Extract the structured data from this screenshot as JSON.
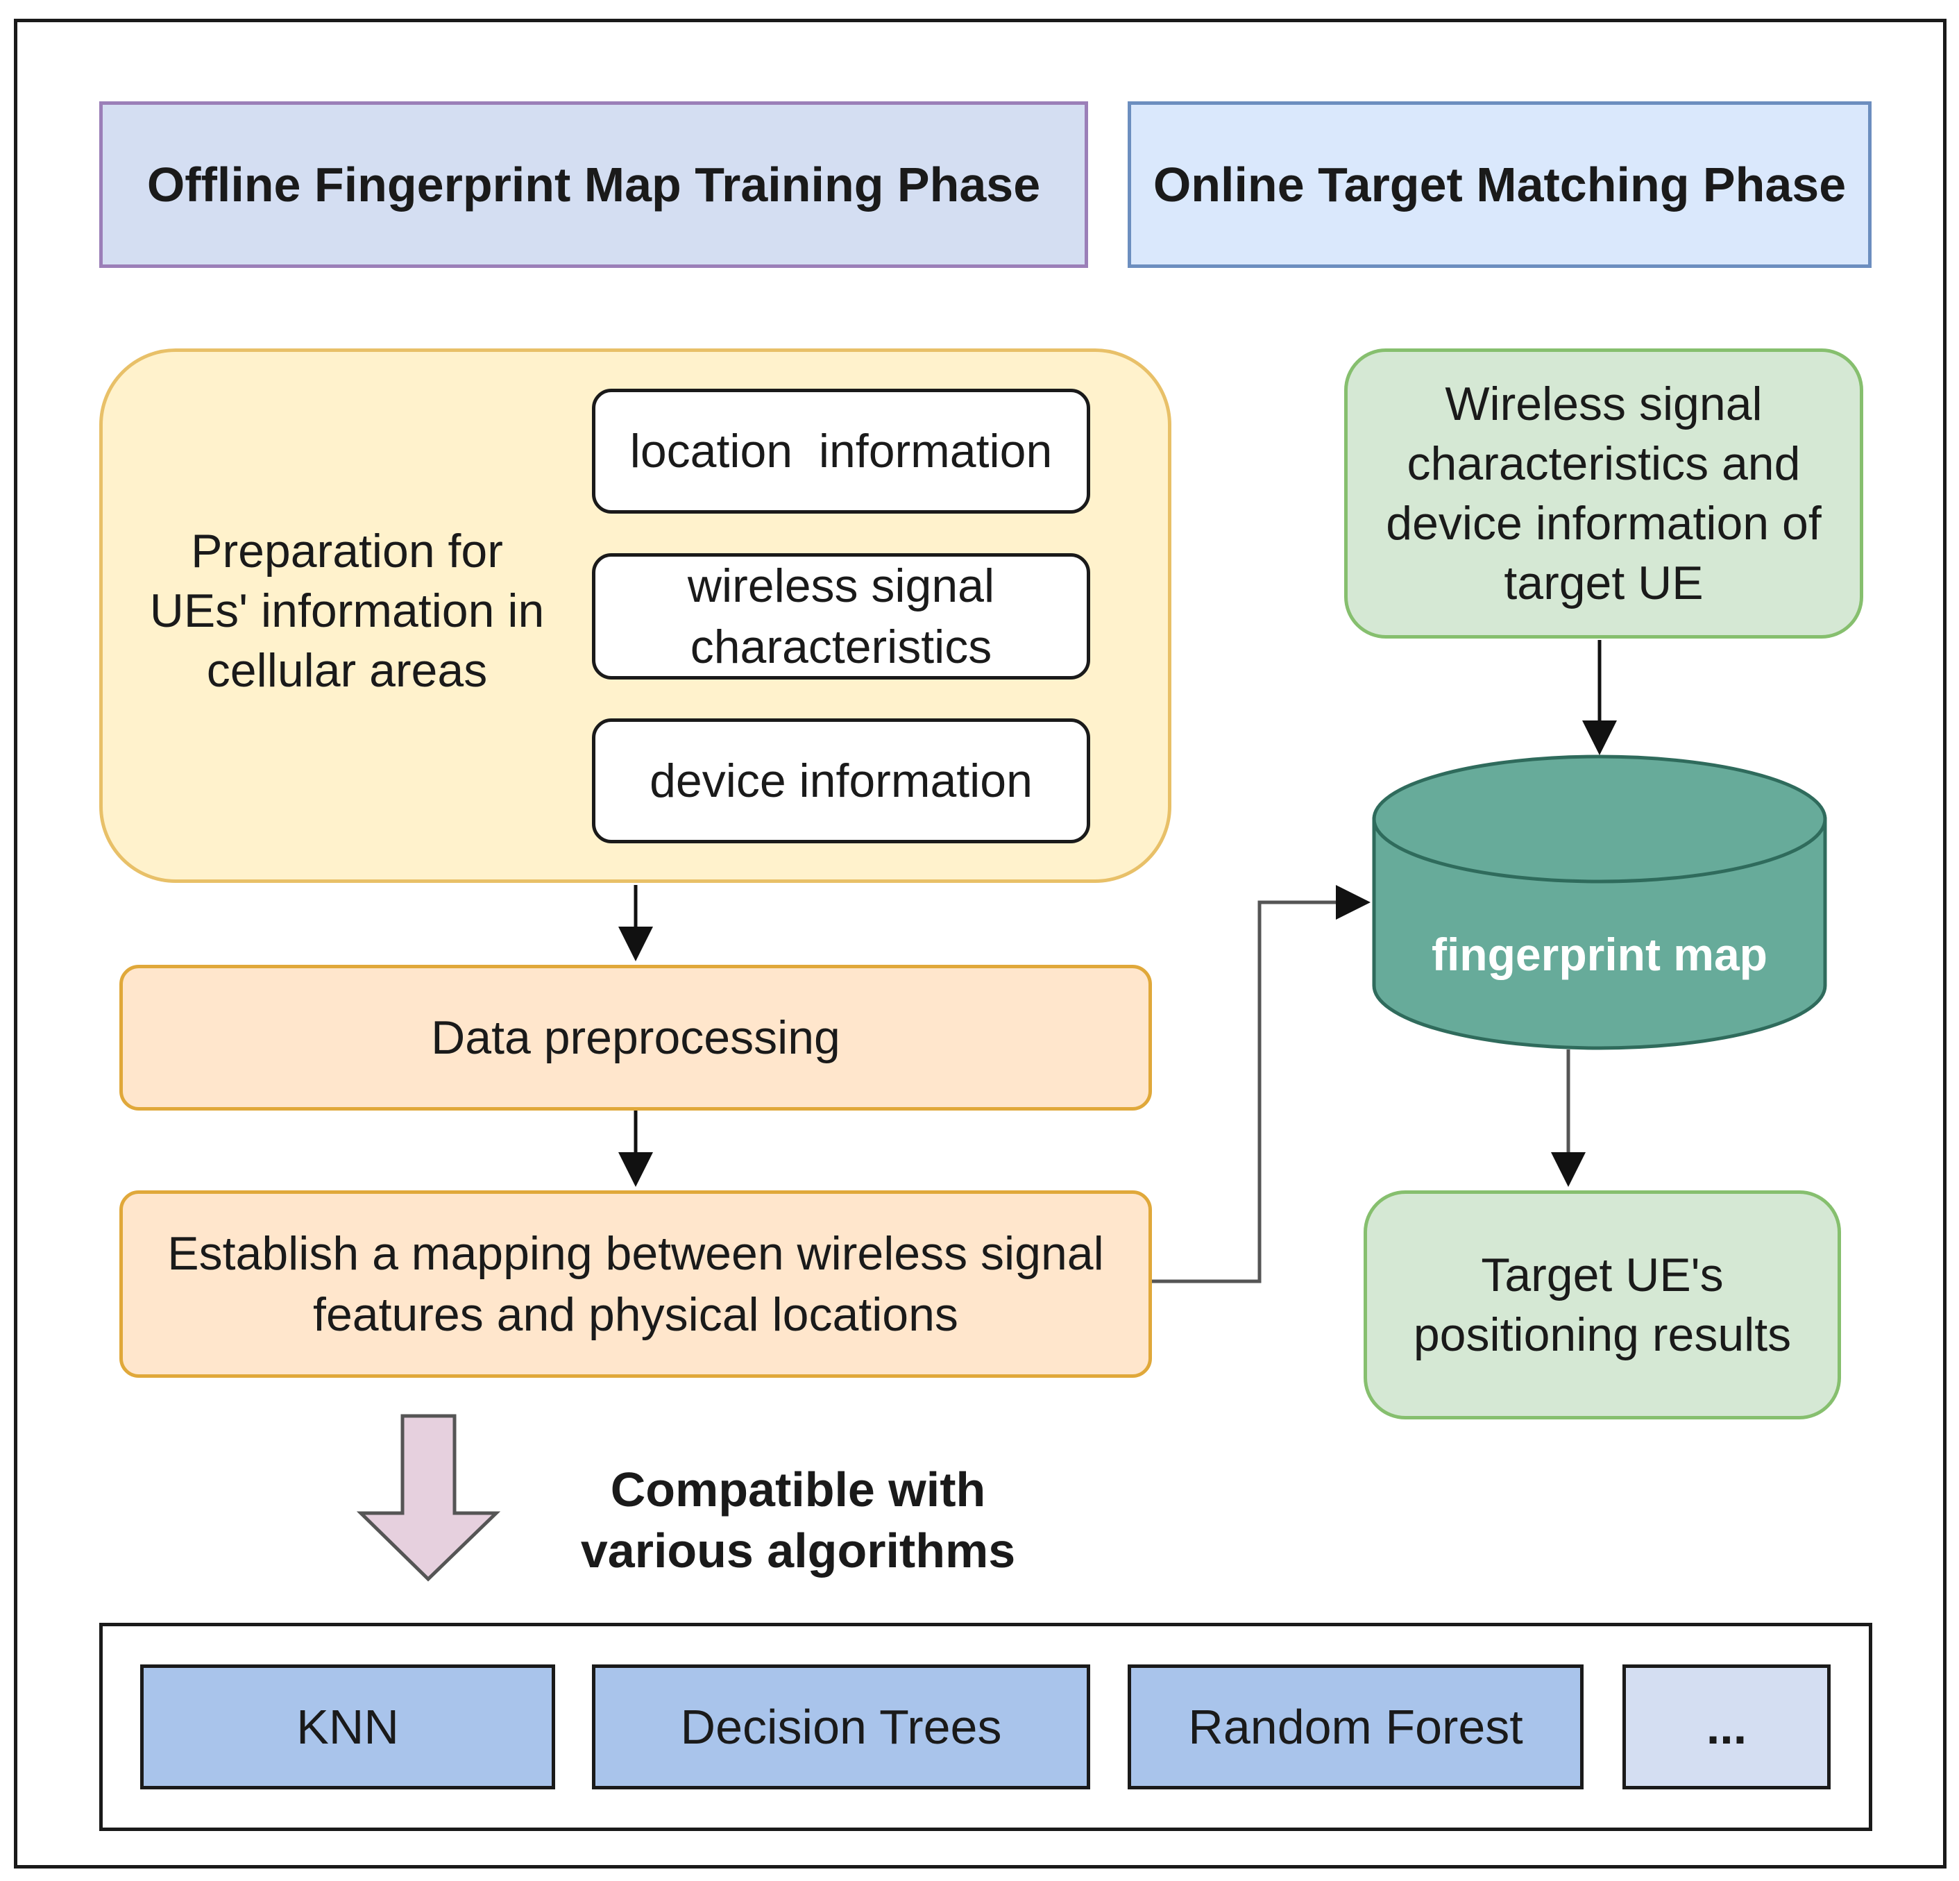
{
  "phases": {
    "offline": "Offline Fingerprint Map Training Phase",
    "online": "Online Target Matching Phase"
  },
  "preparation": {
    "label": "Preparation for UEs' information in cellular areas",
    "items": [
      "location  information",
      "wireless signal characteristics",
      "device information"
    ]
  },
  "steps": {
    "preprocessing": "Data preprocessing",
    "mapping": "Establish a mapping between wireless signal features and physical locations"
  },
  "online_flow": {
    "input": "Wireless signal characteristics and device information of target UE",
    "database": "fingerprint map",
    "result": "Target UE's positioning results"
  },
  "algorithms": {
    "heading": "Compatible with various algorithms",
    "items": [
      "KNN",
      "Decision Trees",
      "Random Forest",
      "..."
    ]
  },
  "colors": {
    "database_fill": "#67ab9a",
    "database_stroke": "#2f6b5c",
    "arrow_down_fill": "#e6d0de"
  }
}
